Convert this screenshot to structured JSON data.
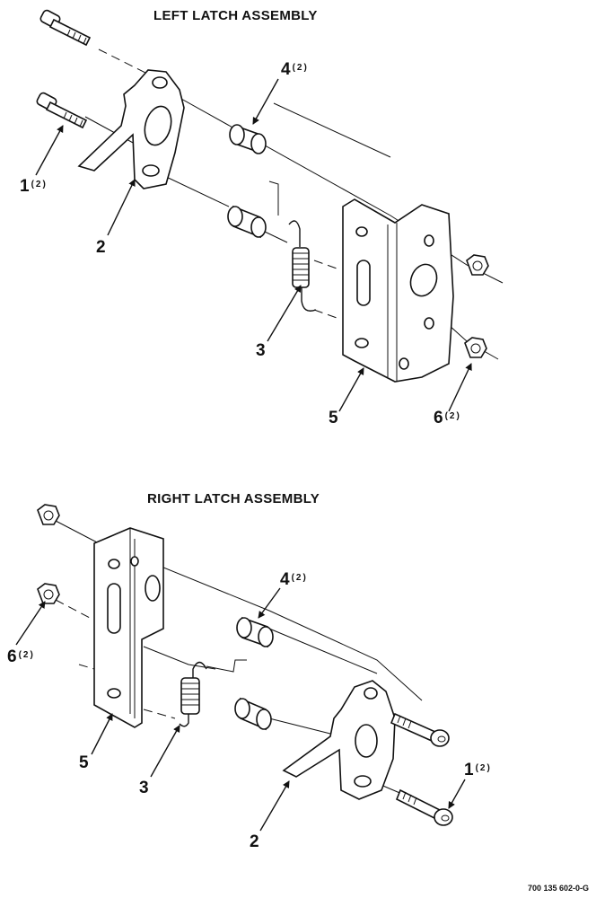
{
  "titles": {
    "left": "LEFT LATCH ASSEMBLY",
    "right": "RIGHT LATCH ASSEMBLY"
  },
  "left_callouts": [
    {
      "num": "1",
      "qty": "(2)"
    },
    {
      "num": "2",
      "qty": ""
    },
    {
      "num": "3",
      "qty": ""
    },
    {
      "num": "4",
      "qty": "(2)"
    },
    {
      "num": "5",
      "qty": ""
    },
    {
      "num": "6",
      "qty": "(2)"
    }
  ],
  "right_callouts": [
    {
      "num": "1",
      "qty": "(2)"
    },
    {
      "num": "2",
      "qty": ""
    },
    {
      "num": "3",
      "qty": ""
    },
    {
      "num": "4",
      "qty": "(2)"
    },
    {
      "num": "5",
      "qty": ""
    },
    {
      "num": "6",
      "qty": "(2)"
    }
  ],
  "doc_number": "700 135 602-0-G"
}
